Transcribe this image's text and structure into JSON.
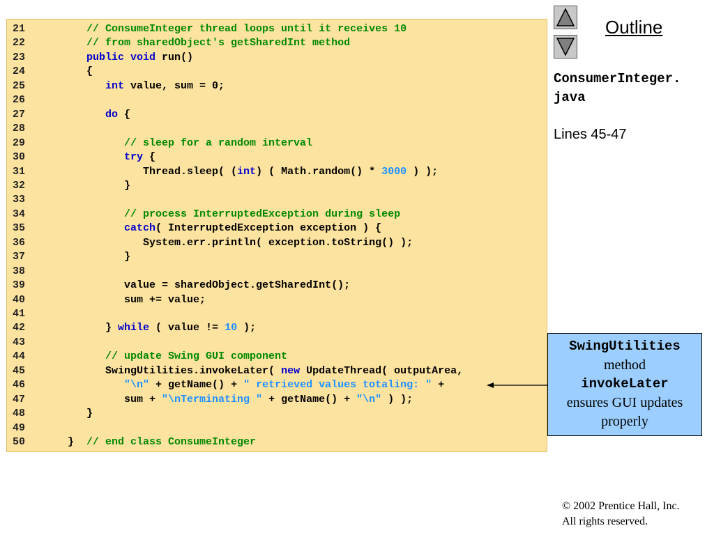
{
  "slide": {
    "outline_label": "Outline",
    "file_name": "ConsumerInteger.java",
    "file_name_part1": "ConsumerInteger.",
    "file_name_part2": "java",
    "lines_ref": "Lines 45-47"
  },
  "callout": {
    "line1": "SwingUtilities",
    "line2": "method",
    "line3": "invokeLater",
    "line4": "ensures GUI updates",
    "line5": "properly"
  },
  "copyright": {
    "symbol": "©",
    "line1": " 2002 Prentice Hall, Inc.",
    "line2": "All rights reserved."
  },
  "code": {
    "lines": [
      {
        "n": "21",
        "t": [
          [
            "cm",
            "      // ConsumeInteger thread loops until it receives 10"
          ]
        ]
      },
      {
        "n": "22",
        "t": [
          [
            "cm",
            "      // from sharedObject's getSharedInt method"
          ]
        ]
      },
      {
        "n": "23",
        "t": [
          [
            "",
            "      "
          ],
          [
            "kw",
            "public void"
          ],
          [
            "",
            " run()"
          ]
        ]
      },
      {
        "n": "24",
        "t": [
          [
            "",
            "      {"
          ]
        ]
      },
      {
        "n": "25",
        "t": [
          [
            "",
            "         "
          ],
          [
            "kw",
            "int"
          ],
          [
            "",
            " value, sum = 0;"
          ]
        ]
      },
      {
        "n": "26",
        "t": []
      },
      {
        "n": "27",
        "t": [
          [
            "",
            "         "
          ],
          [
            "kw",
            "do"
          ],
          [
            "",
            " {"
          ]
        ]
      },
      {
        "n": "28",
        "t": []
      },
      {
        "n": "29",
        "t": [
          [
            "cm",
            "            // sleep for a random interval"
          ]
        ]
      },
      {
        "n": "30",
        "t": [
          [
            "",
            "            "
          ],
          [
            "kw",
            "try"
          ],
          [
            "",
            " {"
          ]
        ]
      },
      {
        "n": "31",
        "t": [
          [
            "",
            "               Thread.sleep( ("
          ],
          [
            "kw",
            "int"
          ],
          [
            "",
            ") ( Math.random() * "
          ],
          [
            "nm",
            "3000"
          ],
          [
            "",
            " ) );"
          ]
        ]
      },
      {
        "n": "32",
        "t": [
          [
            "",
            "            }"
          ]
        ]
      },
      {
        "n": "33",
        "t": []
      },
      {
        "n": "34",
        "t": [
          [
            "cm",
            "            // process InterruptedException during sleep"
          ]
        ]
      },
      {
        "n": "35",
        "t": [
          [
            "",
            "            "
          ],
          [
            "kw",
            "catch"
          ],
          [
            "",
            "( InterruptedException exception ) {"
          ]
        ]
      },
      {
        "n": "36",
        "t": [
          [
            "",
            "               System.err.println( exception.toString() );"
          ]
        ]
      },
      {
        "n": "37",
        "t": [
          [
            "",
            "            }"
          ]
        ]
      },
      {
        "n": "38",
        "t": []
      },
      {
        "n": "39",
        "t": [
          [
            "",
            "            value = sharedObject.getSharedInt();"
          ]
        ]
      },
      {
        "n": "40",
        "t": [
          [
            "",
            "            sum += value;"
          ]
        ]
      },
      {
        "n": "41",
        "t": []
      },
      {
        "n": "42",
        "t": [
          [
            "",
            "         } "
          ],
          [
            "kw",
            "while"
          ],
          [
            "",
            " ( value != "
          ],
          [
            "nm",
            "10"
          ],
          [
            "",
            " );"
          ]
        ]
      },
      {
        "n": "43",
        "t": []
      },
      {
        "n": "44",
        "t": [
          [
            "cm",
            "         // update Swing GUI component"
          ]
        ]
      },
      {
        "n": "45",
        "t": [
          [
            "",
            "         SwingUtilities.invokeLater( "
          ],
          [
            "kw",
            "new"
          ],
          [
            "",
            " UpdateThread( outputArea,"
          ]
        ]
      },
      {
        "n": "46",
        "t": [
          [
            "",
            "            "
          ],
          [
            "st",
            "\"\\n\""
          ],
          [
            "",
            " + getName() + "
          ],
          [
            "st",
            "\" retrieved values totaling: \""
          ],
          [
            "",
            " +"
          ]
        ]
      },
      {
        "n": "47",
        "t": [
          [
            "",
            "            sum + "
          ],
          [
            "st",
            "\"\\nTerminating \""
          ],
          [
            "",
            " + getName() + "
          ],
          [
            "st",
            "\"\\n\""
          ],
          [
            "",
            " ) );"
          ]
        ]
      },
      {
        "n": "48",
        "t": [
          [
            "",
            "      }"
          ]
        ]
      },
      {
        "n": "49",
        "t": []
      },
      {
        "n": "50",
        "t": [
          [
            "",
            "   }  "
          ],
          [
            "cm",
            "// end class ConsumeInteger"
          ]
        ]
      }
    ]
  }
}
